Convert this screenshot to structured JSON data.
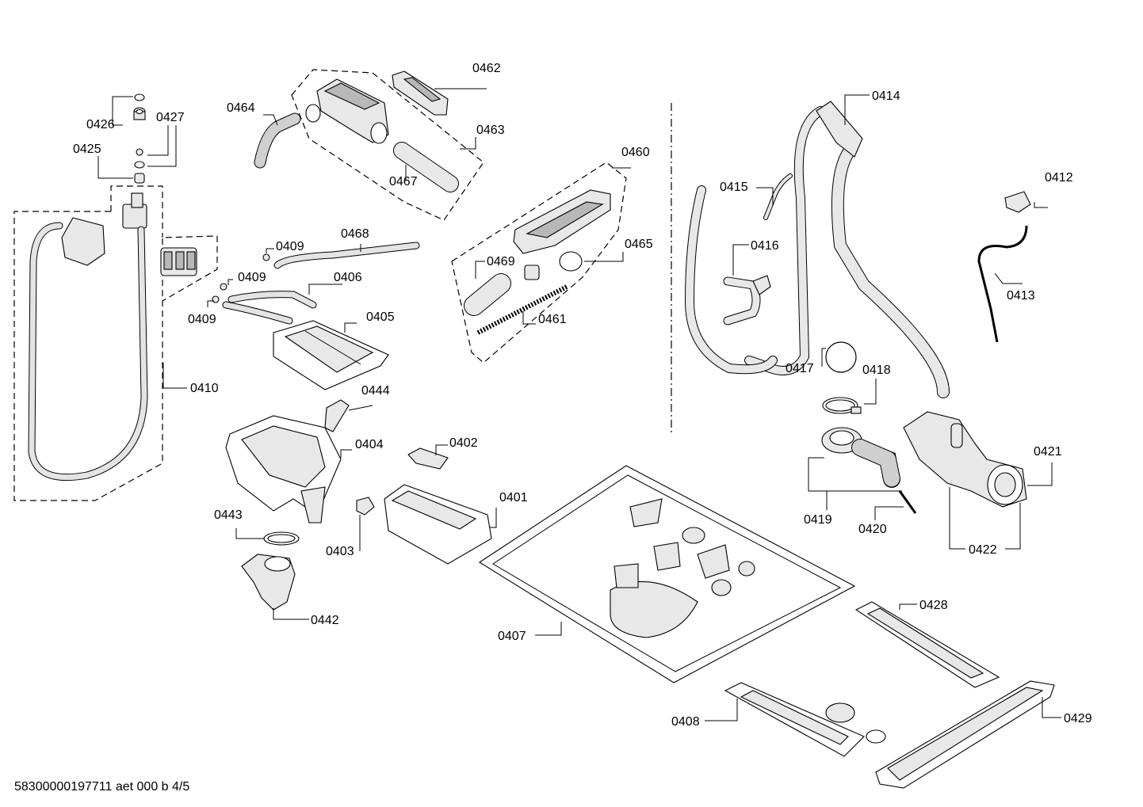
{
  "diagram": {
    "footer": "58300000197711 aet 000 b 4/5",
    "labels": [
      {
        "id": "0426",
        "text": "0426"
      },
      {
        "id": "0427",
        "text": "0427"
      },
      {
        "id": "0425",
        "text": "0425"
      },
      {
        "id": "0410",
        "text": "0410"
      },
      {
        "id": "0464",
        "text": "0464"
      },
      {
        "id": "0462",
        "text": "0462"
      },
      {
        "id": "0463",
        "text": "0463"
      },
      {
        "id": "0467",
        "text": "0467"
      },
      {
        "id": "0460",
        "text": "0460"
      },
      {
        "id": "0469",
        "text": "0469"
      },
      {
        "id": "0465",
        "text": "0465"
      },
      {
        "id": "0461",
        "text": "0461"
      },
      {
        "id": "0409a",
        "text": "0409"
      },
      {
        "id": "0468",
        "text": "0468"
      },
      {
        "id": "0409b",
        "text": "0409"
      },
      {
        "id": "0406",
        "text": "0406"
      },
      {
        "id": "0409c",
        "text": "0409"
      },
      {
        "id": "0405",
        "text": "0405"
      },
      {
        "id": "0444",
        "text": "0444"
      },
      {
        "id": "0404",
        "text": "0404"
      },
      {
        "id": "0402",
        "text": "0402"
      },
      {
        "id": "0401",
        "text": "0401"
      },
      {
        "id": "0403",
        "text": "0403"
      },
      {
        "id": "0443",
        "text": "0443"
      },
      {
        "id": "0442",
        "text": "0442"
      },
      {
        "id": "0407",
        "text": "0407"
      },
      {
        "id": "0408",
        "text": "0408"
      },
      {
        "id": "0414",
        "text": "0414"
      },
      {
        "id": "0415",
        "text": "0415"
      },
      {
        "id": "0416",
        "text": "0416"
      },
      {
        "id": "0412",
        "text": "0412"
      },
      {
        "id": "0413",
        "text": "0413"
      },
      {
        "id": "0417",
        "text": "0417"
      },
      {
        "id": "0418",
        "text": "0418"
      },
      {
        "id": "0421",
        "text": "0421"
      },
      {
        "id": "0419",
        "text": "0419"
      },
      {
        "id": "0420",
        "text": "0420"
      },
      {
        "id": "0422",
        "text": "0422"
      },
      {
        "id": "0428",
        "text": "0428"
      },
      {
        "id": "0429",
        "text": "0429"
      }
    ]
  }
}
